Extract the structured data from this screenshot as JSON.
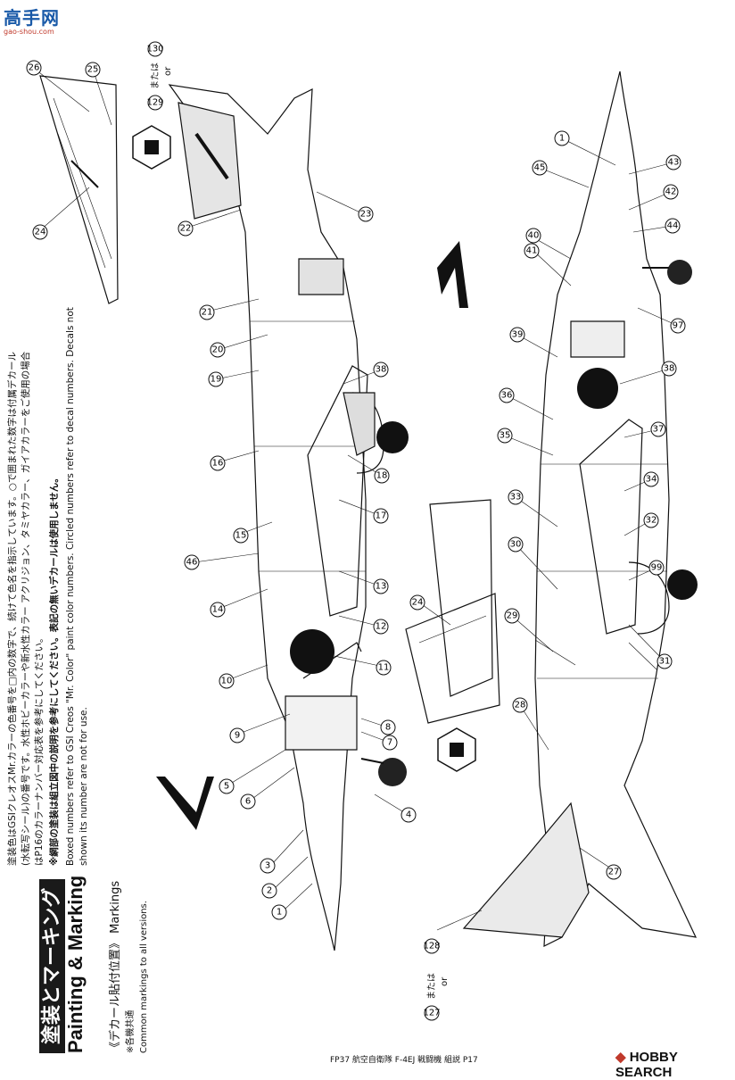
{
  "logo": {
    "main": "高手网",
    "sub": "gao-shou.com"
  },
  "title": {
    "jp": "塗装とマーキング",
    "en": "Painting & Marking"
  },
  "decal_section": {
    "label": "《デカール貼付位置》",
    "label_en": "Markings",
    "common_jp": "※各機共通",
    "common_en": "Common markings to all versions."
  },
  "instructions": {
    "jp1": "塗装色はGSIクレオスMr.カラーの色番号を□内の数字で、続けて色名を指示しています。○で囲まれた数字は付属デカール",
    "jp2": "(水転写シール)の番号です。水性ホビーカラーや新水性カラー アクリジョン、タミヤカラー、ガイアカラーをご使用の場合",
    "jp3": "はP16のカラーナンバー対応表を参考にしてください。",
    "jp4": "※網部の塗装は組立図中の説明を参考にしてください。表記の無いデカールは使用しません。",
    "en1": "Boxed numbers refer to GSI Creos \"Mr. Color\" paint color numbers. Circled numbers refer to decal numbers. Decals not",
    "en2": "shown its number are not for use."
  },
  "or_labels": {
    "top_jp": "または",
    "top_en": "or",
    "bottom_jp": "または",
    "bottom_en": "or"
  },
  "or_numbers": {
    "top_a": "129",
    "top_b": "130",
    "bottom_a": "127",
    "bottom_b": "128"
  },
  "callouts_left": [
    "1",
    "2",
    "3",
    "4",
    "5",
    "6",
    "7",
    "8",
    "9",
    "10",
    "11",
    "12",
    "13",
    "14",
    "15",
    "16",
    "17",
    "18",
    "19",
    "20",
    "21",
    "22",
    "23",
    "24",
    "25",
    "26",
    "38",
    "46"
  ],
  "callouts_right": [
    "1",
    "24",
    "27",
    "28",
    "29",
    "30",
    "31",
    "32",
    "33",
    "34",
    "35",
    "36",
    "37",
    "38",
    "39",
    "40",
    "41",
    "42",
    "43",
    "44",
    "45",
    "97",
    "99"
  ],
  "footer": {
    "page": "FP37 航空自衛隊 F-4EJ 戦闘機 組説 P17",
    "brand": "HOBBY SEARCH"
  },
  "colors": {
    "ink": "#111111",
    "roundel": "#111111",
    "gray": "#b8b8b8",
    "logo_blue": "#1a5aa8",
    "logo_red": "#c0392b"
  },
  "icons": {
    "roundel": "roundel-icon",
    "emblem": "squadron-emblem-icon",
    "logo": "hobby-search-logo-icon"
  }
}
